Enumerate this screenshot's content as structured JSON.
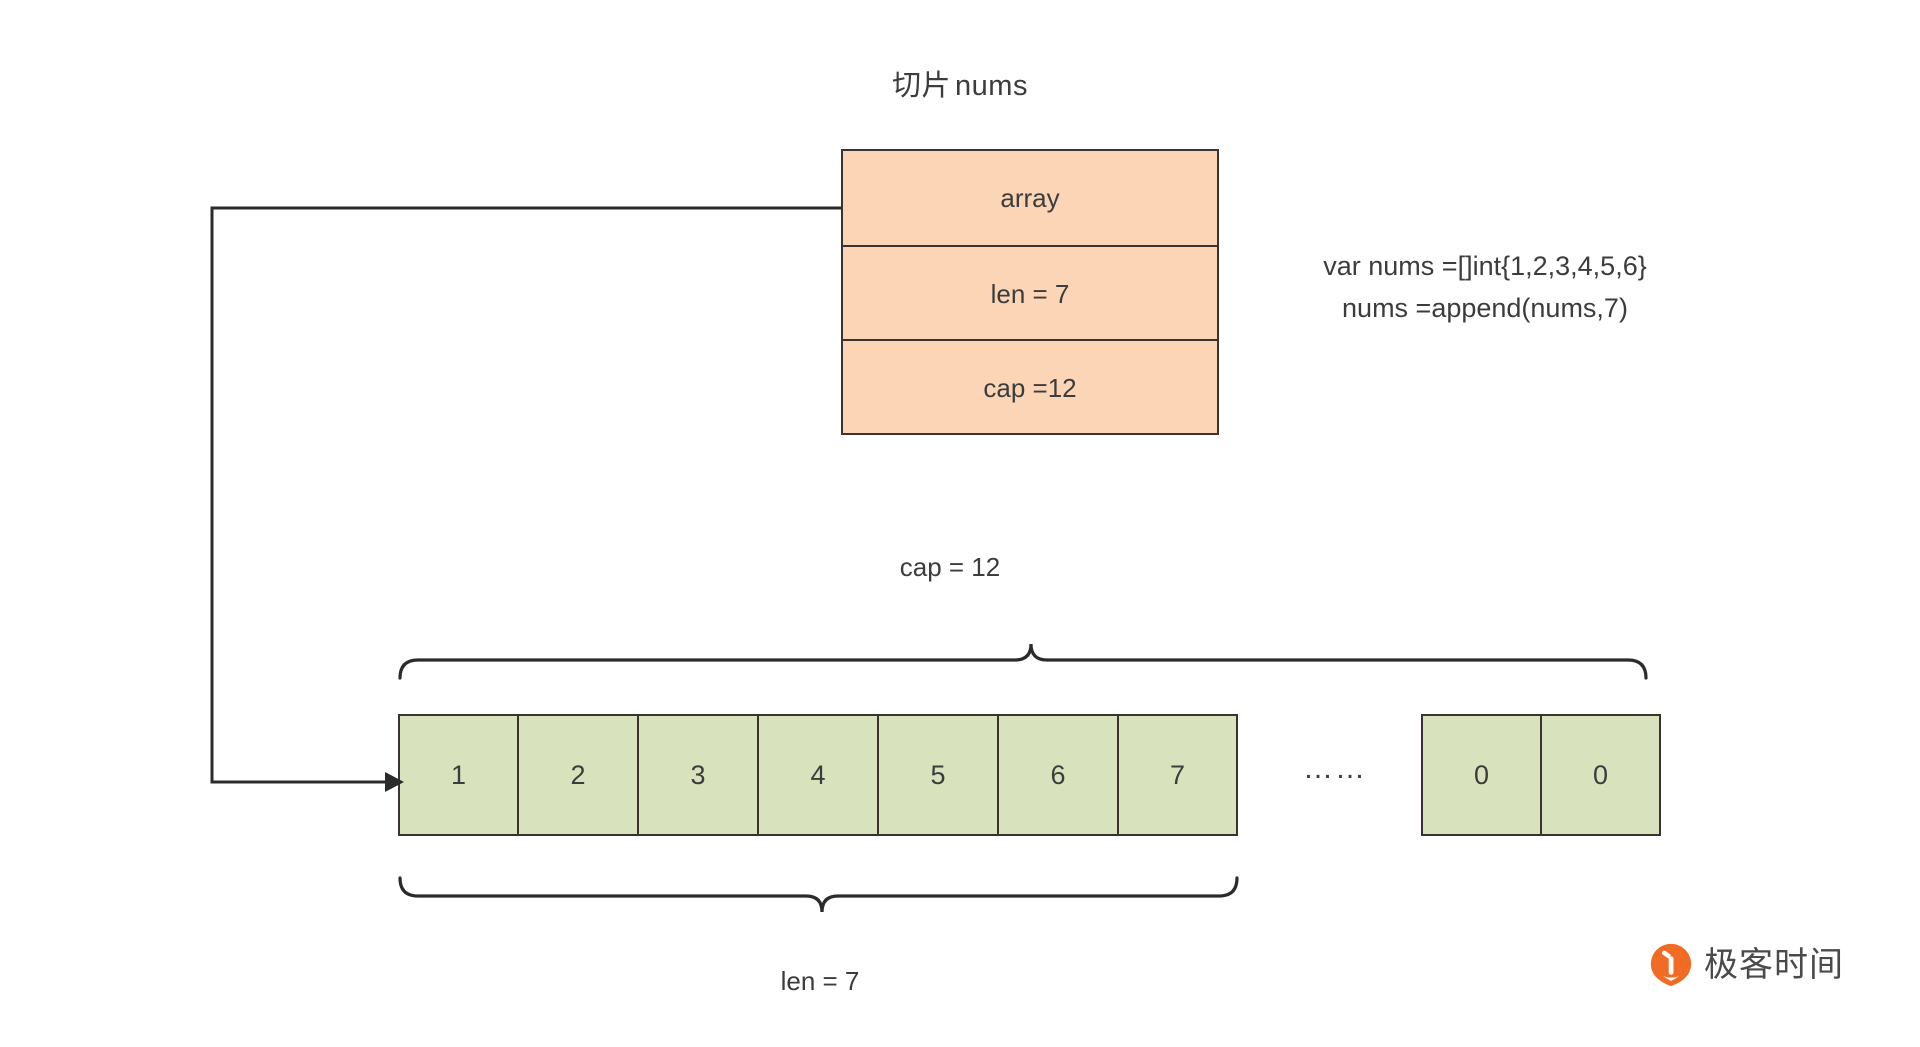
{
  "title": {
    "zh": "切片",
    "name": "nums"
  },
  "slice_struct": {
    "rows": [
      {
        "label": "array"
      },
      {
        "label": "len = 7"
      },
      {
        "label": "cap =12"
      }
    ],
    "fill_color": "#fbd5b5",
    "border_color": "#3a3330"
  },
  "code_note": {
    "line1": "var nums =[]int{1,2,3,4,5,6}",
    "line2": "nums =append(nums,7)"
  },
  "labels": {
    "cap": "cap = 12",
    "len": "len = 7"
  },
  "array": {
    "fill_color": "#d8e3be",
    "border_color": "#3a3330",
    "cells": [
      "1",
      "2",
      "3",
      "4",
      "5",
      "6",
      "7"
    ],
    "tail_cells": [
      "0",
      "0"
    ],
    "ellipsis": "……"
  },
  "logo": {
    "text": "极客时间",
    "mark_color": "#f06b23",
    "text_color": "#4a4a4a"
  }
}
